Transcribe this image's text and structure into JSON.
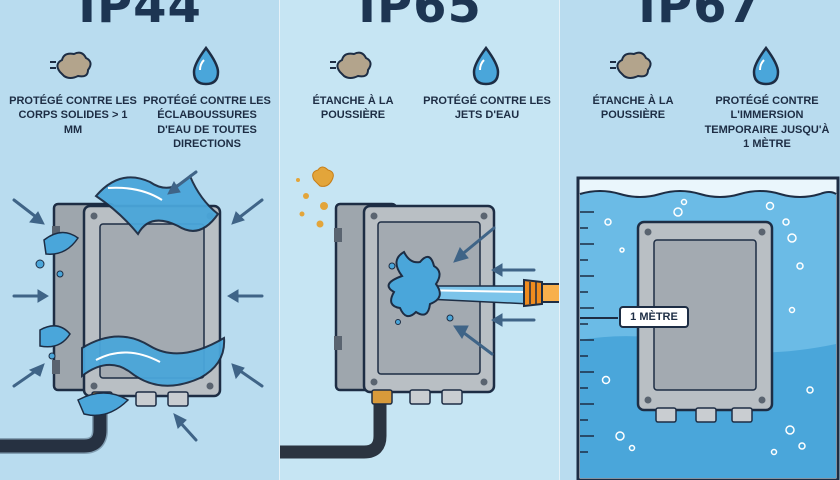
{
  "panels": [
    {
      "rating": "IP44",
      "features": [
        {
          "icon": "dust-icon",
          "text": "PROTÉGÉ CONTRE LES CORPS SOLIDES > 1 MM"
        },
        {
          "icon": "water-drop-icon",
          "text": "PROTÉGÉ CONTRE LES ÉCLABOUSSURES D'EAU DE TOUTES DIRECTIONS"
        }
      ]
    },
    {
      "rating": "IP65",
      "features": [
        {
          "icon": "dust-icon",
          "text": "ÉTANCHE À LA POUSSIÈRE"
        },
        {
          "icon": "water-drop-icon",
          "text": "PROTÉGÉ CONTRE LES JETS D'EAU"
        }
      ]
    },
    {
      "rating": "IP67",
      "features": [
        {
          "icon": "dust-icon",
          "text": "ÉTANCHE À LA POUSSIÈRE"
        },
        {
          "icon": "water-drop-icon",
          "text": "PROTÉGÉ CONTRE L'IMMERSION TEMPORAIRE JUSQU'À 1 MÈTRE"
        }
      ]
    }
  ],
  "depth_marker": "1 MÈTRE",
  "colors": {
    "panel_bg": "#b9dcef",
    "water": "#4aa6da",
    "box": "#b9bfc4",
    "outline": "#1d2d44",
    "dust": "#e3a53a",
    "nozzle": "#f08c1e"
  }
}
